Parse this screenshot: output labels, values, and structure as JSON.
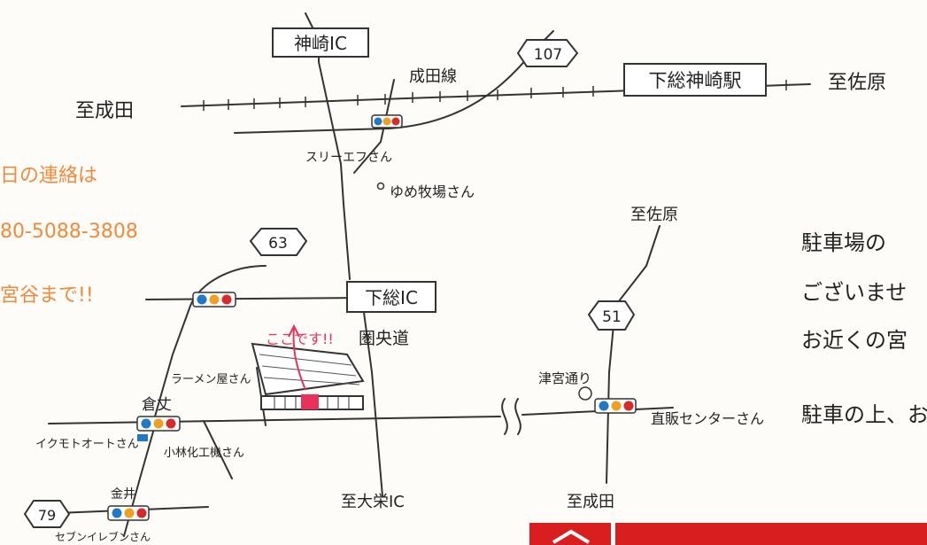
{
  "map": {
    "labels": {
      "kanzaki_ic": "神崎IC",
      "route_107": "107",
      "narita_line": "成田線",
      "to_narita_top": "至成田",
      "shimosa_kanzaki_station": "下総神崎駅",
      "to_sawara_top": "至佐原",
      "three_f": "スリーエフさん",
      "yume_farm": "ゆめ牧場さん",
      "route_63": "63",
      "shimosa_ic": "下総IC",
      "here": "ここです!!",
      "ken_o_do": "圏央道",
      "ramen_shop": "ラーメン屋さん",
      "kurayoshi": "倉丈",
      "ikumoto_auto": "イクモトオートさん",
      "obuchi_kako": "小林化工機さん",
      "to_oei_ic": "至大栄IC",
      "route_79": "79",
      "kanai": "金井",
      "seven_eleven": "セブンイレブンさん",
      "to_sawara_right": "至佐原",
      "route_51": "51",
      "tsunomiya_dori": "津宮通り",
      "direct_sales_center": "直販センターさん",
      "to_narita_bottom": "至成田"
    },
    "notes": {
      "contact_line1": "日の連絡は",
      "contact_phone": "80-5088-3808",
      "contact_line3": "宮谷まで!!",
      "parking_line1": "駐車場の",
      "parking_line2": "ございませ",
      "parking_line3": "お近くの宮",
      "parking_line4": "駐車の上、お"
    },
    "colors": {
      "ink": "#222222",
      "orange_note": "#f08a3a",
      "pink_note": "#e8325a",
      "banner_red": "#d81e1e"
    }
  }
}
